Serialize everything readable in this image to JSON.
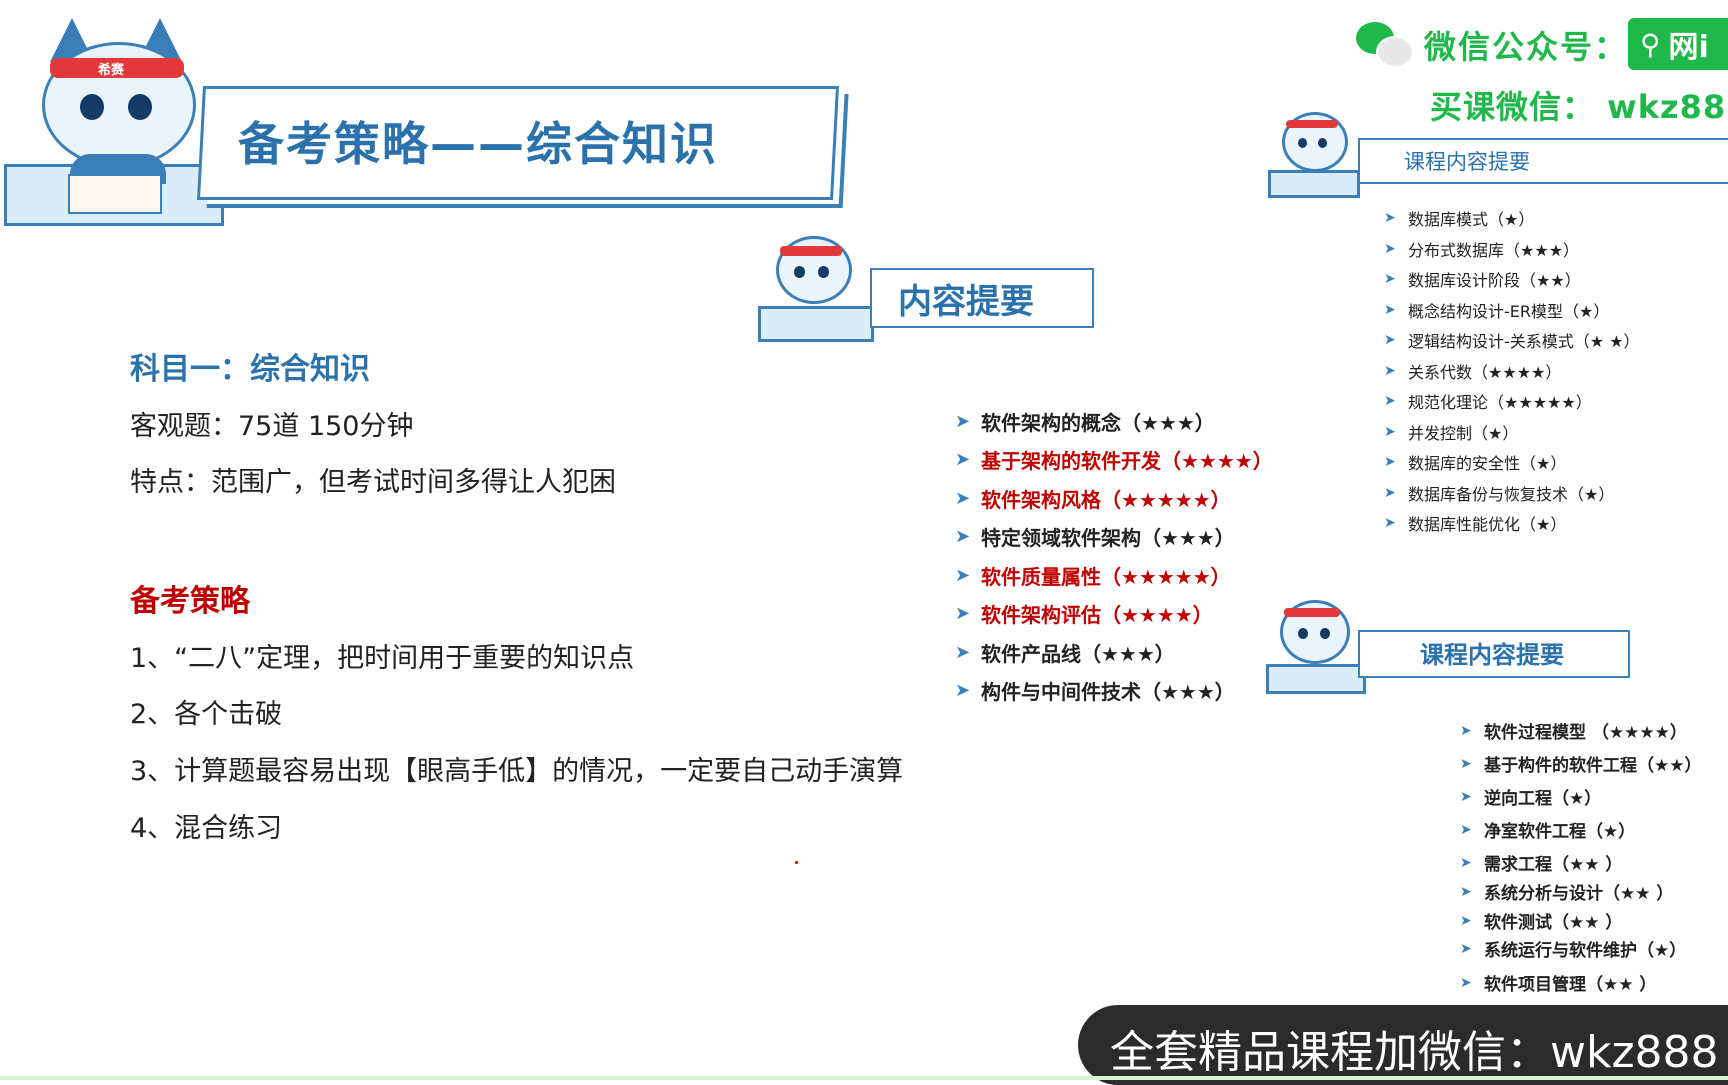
{
  "header": {
    "title": "备考策略——综合知识",
    "mascot_badge": "希赛"
  },
  "watermark": {
    "wechat_label": "微信公众号：",
    "search_text": "网i",
    "buy_label": "买课微信： wkz888",
    "footer": "全套精品课程加微信：wkz888"
  },
  "left": {
    "subject": "科目一：综合知识",
    "objective": "客观题：75道   150分钟",
    "feature": "特点：范围广，但考试时间多得让人犯困",
    "strategy_title": "备考策略",
    "strategies": [
      "1、“二八”定理，把时间用于重要的知识点",
      "2、各个击破",
      "3、计算题最容易出现【眼高手低】的情况，一定要自己动手演算",
      "4、混合练习"
    ]
  },
  "middle": {
    "box_title": "内容提要",
    "items": [
      {
        "text": "软件架构的概念（★★★）",
        "highlight": false
      },
      {
        "text": "基于架构的软件开发（★★★★）",
        "highlight": true
      },
      {
        "text": "软件架构风格（★★★★★）",
        "highlight": true
      },
      {
        "text": "特定领域软件架构（★★★）",
        "highlight": false
      },
      {
        "text": "软件质量属性（★★★★★）",
        "highlight": true
      },
      {
        "text": "软件架构评估（★★★★）",
        "highlight": true
      },
      {
        "text": "软件产品线（★★★）",
        "highlight": false
      },
      {
        "text": "构件与中间件技术（★★★）",
        "highlight": false
      }
    ]
  },
  "right_top": {
    "box_title": "课程内容提要",
    "items": [
      "数据库模式（★）",
      "分布式数据库（★★★）",
      "数据库设计阶段（★★）",
      "概念结构设计-ER模型（★）",
      "逻辑结构设计-关系模式（★ ★）",
      "关系代数（★★★★）",
      "规范化理论（★★★★★）",
      "并发控制（★）",
      "数据库的安全性（★）",
      "数据库备份与恢复技术（★）",
      "数据库性能优化（★）"
    ]
  },
  "right_bottom": {
    "box_title": "课程内容提要",
    "items": [
      "软件过程模型 （★★★★）",
      "基于构件的软件工程（★★）",
      "逆向工程（★）",
      "净室软件工程（★）",
      "需求工程（★★ ）",
      "系统分析与设计（★★ ）",
      "软件测试（★★ ）",
      "系统运行与软件维护（★）",
      "软件项目管理（★★ ）"
    ]
  },
  "colors": {
    "accent_blue": "#2b72ad",
    "highlight_red": "#c00000",
    "wechat_green": "#1fb84a"
  }
}
